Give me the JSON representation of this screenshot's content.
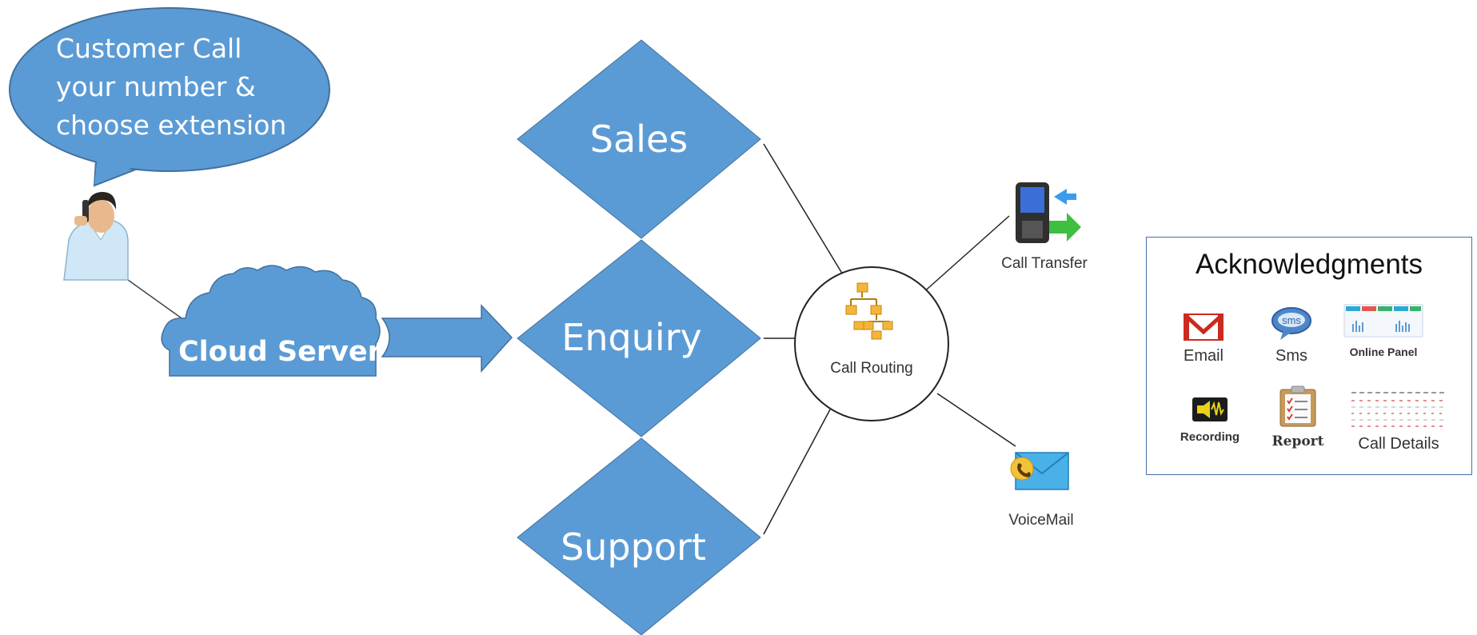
{
  "bubble": {
    "lines": [
      "Customer Call",
      "your number &",
      "choose extension"
    ]
  },
  "cloud": {
    "label": "Cloud Server"
  },
  "departments": [
    {
      "label": "Sales"
    },
    {
      "label": "Enquiry"
    },
    {
      "label": "Support"
    }
  ],
  "router": {
    "label": "Call Routing"
  },
  "outputs": [
    {
      "label": "Call Transfer"
    },
    {
      "label": "VoiceMail"
    }
  ],
  "acknowledgments": {
    "title": "Acknowledgments",
    "items": [
      {
        "label": "Email",
        "icon": "email-icon"
      },
      {
        "label": "Sms",
        "icon": "sms-icon",
        "badge": "sms"
      },
      {
        "label": "Online Panel",
        "icon": "online-panel-icon"
      },
      {
        "label": "Recording",
        "icon": "recording-icon"
      },
      {
        "label": "Report",
        "icon": "report-icon"
      },
      {
        "label": "Call Details",
        "icon": "call-details-icon"
      }
    ]
  },
  "colors": {
    "shape_fill": "#5b9bd5",
    "shape_stroke": "#41719c",
    "line": "#222222"
  }
}
